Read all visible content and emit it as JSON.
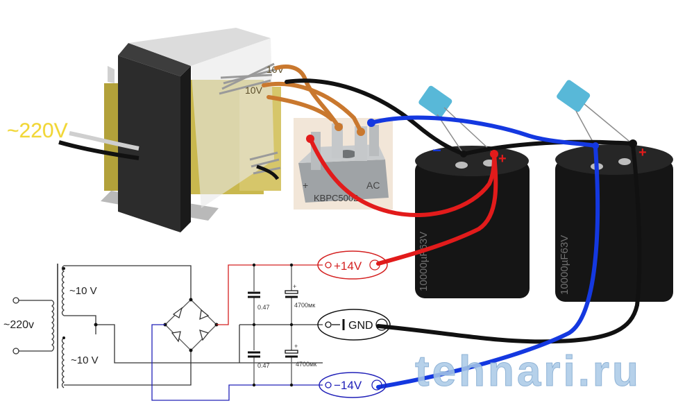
{
  "photo": {
    "mains_label": "~220V",
    "winding_labels": [
      "10V",
      "10V"
    ],
    "bridge_marks": [
      "+",
      "AC"
    ],
    "bridge_part": "KBPC5002",
    "cap_plus": "+",
    "cap_minus": "−",
    "cap_marking": "10000µF63V",
    "colors": {
      "positive": "#e21b1b",
      "negative": "#1438e0",
      "ground": "#111111",
      "winding": "#c9782e",
      "mains_label": "#f1d530"
    }
  },
  "schematic": {
    "primary_label": "~220v",
    "secondary_top_label": "~10 V",
    "secondary_bottom_label": "~10 V",
    "film_cap_top": "0.47",
    "film_cap_bottom": "0.47",
    "elec_cap_top": "4700мк",
    "elec_cap_bottom": "4700мк",
    "elec_plus": "+",
    "out_positive": "+14V",
    "out_ground": "GND",
    "out_negative": "−14V"
  },
  "watermark": "tehnari.ru"
}
